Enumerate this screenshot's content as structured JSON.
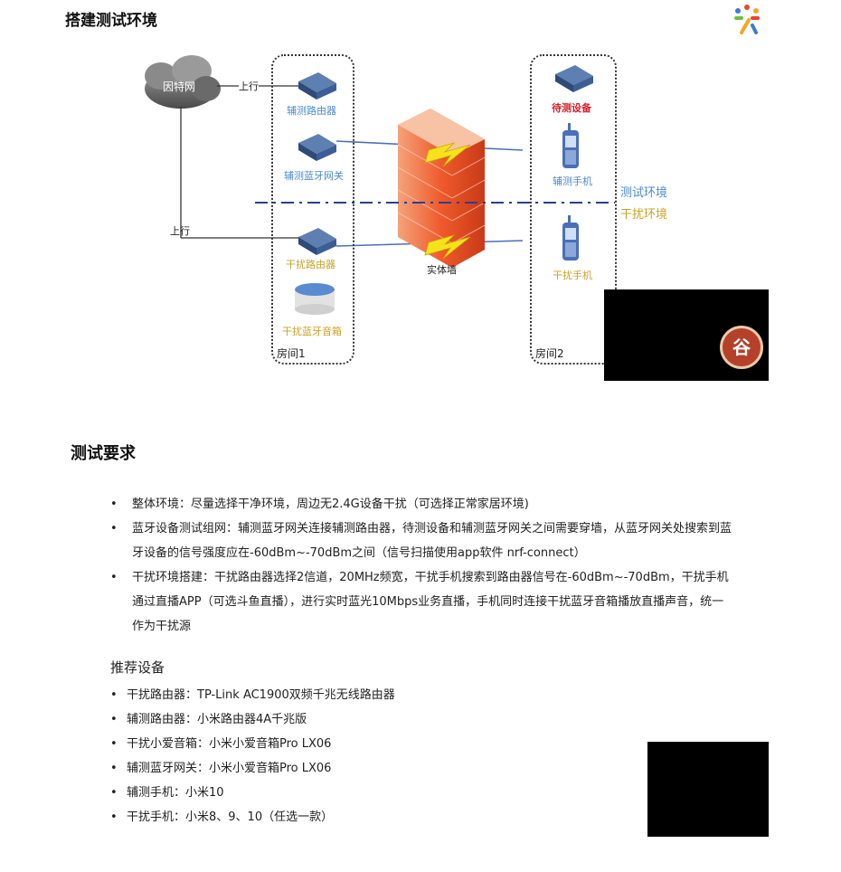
{
  "page": {
    "title": "搭建测试环境"
  },
  "diagram": {
    "cloud_label": "因特网",
    "uplink_top": "上行",
    "uplink_bottom": "上行",
    "aux_router": "辅测路由器",
    "aux_gateway": "辅测蓝牙网关",
    "test_device": "待测设备",
    "aux_phone": "辅测手机",
    "intf_router": "干扰路由器",
    "intf_speaker": "干扰蓝牙音箱",
    "intf_phone": "干扰手机",
    "wall": "实体墙",
    "room1": "房间1",
    "room2": "房间2",
    "test_env": "测试环境",
    "intf_env": "干扰环境",
    "seal_char": "谷"
  },
  "requirements": {
    "heading": "测试要求",
    "items": [
      "整体环境：尽量选择干净环境，周边无2.4G设备干扰（可选择正常家居环境)",
      "蓝牙设备测试组网：辅测蓝牙网关连接辅测路由器，待测设备和辅测蓝牙网关之间需要穿墙，从蓝牙网关处搜索到蓝牙设备的信号强度应在-60dBm~-70dBm之间（信号扫描使用app软件 nrf-connect）",
      "干扰环境搭建：干扰路由器选择2信道，20MHz频宽，干扰手机搜索到路由器信号在-60dBm~-70dBm，干扰手机通过直播APP（可选斗鱼直播），进行实时蓝光10Mbps业务直播，手机同时连接干扰蓝牙音箱播放直播声音，统一作为干扰源"
    ]
  },
  "recommended": {
    "heading": "推荐设备",
    "items": [
      "干扰路由器：TP-Link AC1900双频千兆无线路由器",
      "辅测路由器：小米路由器4A千兆版",
      "干扰小爱音箱：小米小爱音箱Pro LX06",
      "辅测蓝牙网关：小米小爱音箱Pro LX06",
      "辅测手机：小米10",
      "干扰手机：小米8、9、10（任选一款）"
    ]
  },
  "colors": {
    "blue_label": "#4a8ad0",
    "gold_label": "#c9a227",
    "red_label": "#d8202a",
    "divider": "#2a3f8f",
    "seal": "#b5412a"
  }
}
